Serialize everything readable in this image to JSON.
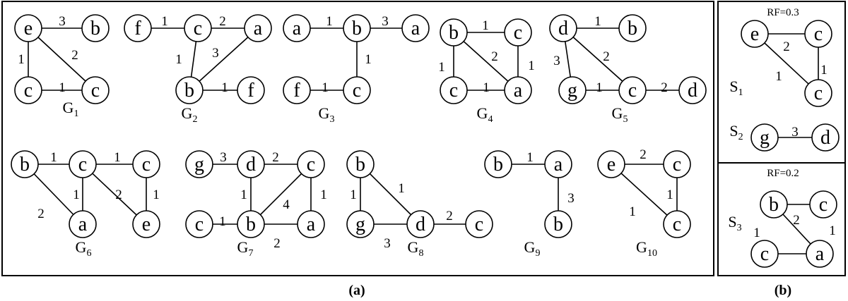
{
  "panel_a": {
    "caption": "(a)",
    "graphs": [
      {
        "name": "G",
        "sub": "1",
        "nodes": [
          "e",
          "b",
          "c",
          "c"
        ],
        "edges": [
          [
            0,
            1,
            "3"
          ],
          [
            0,
            2,
            "1"
          ],
          [
            0,
            3,
            "2"
          ],
          [
            2,
            3,
            "1"
          ]
        ]
      },
      {
        "name": "G",
        "sub": "2",
        "nodes": [
          "f",
          "c",
          "a",
          "b",
          "f"
        ],
        "edges": [
          [
            0,
            1,
            "1"
          ],
          [
            1,
            2,
            "2"
          ],
          [
            1,
            3,
            "1"
          ],
          [
            3,
            2,
            "3"
          ],
          [
            3,
            4,
            "1"
          ]
        ]
      },
      {
        "name": "G",
        "sub": "3",
        "nodes": [
          "a",
          "b",
          "a",
          "f",
          "c"
        ],
        "edges": [
          [
            0,
            1,
            "1"
          ],
          [
            1,
            2,
            "3"
          ],
          [
            1,
            4,
            "1"
          ],
          [
            3,
            4,
            "1"
          ]
        ]
      },
      {
        "name": "G",
        "sub": "4",
        "nodes": [
          "b",
          "c",
          "c",
          "a"
        ],
        "edges": [
          [
            0,
            1,
            "1"
          ],
          [
            0,
            2,
            "1"
          ],
          [
            0,
            3,
            "2"
          ],
          [
            1,
            3,
            "1"
          ],
          [
            2,
            3,
            "1"
          ]
        ]
      },
      {
        "name": "G",
        "sub": "5",
        "nodes": [
          "d",
          "b",
          "g",
          "c",
          "d"
        ],
        "edges": [
          [
            0,
            1,
            "1"
          ],
          [
            0,
            2,
            "3"
          ],
          [
            0,
            3,
            "2"
          ],
          [
            2,
            3,
            "1"
          ],
          [
            3,
            4,
            "2"
          ]
        ]
      },
      {
        "name": "G",
        "sub": "6",
        "nodes": [
          "b",
          "c",
          "c",
          "a",
          "e"
        ],
        "edges": [
          [
            0,
            1,
            "1"
          ],
          [
            1,
            2,
            "1"
          ],
          [
            0,
            3,
            "2"
          ],
          [
            1,
            3,
            "1"
          ],
          [
            1,
            4,
            "2"
          ],
          [
            2,
            4,
            "1"
          ]
        ]
      },
      {
        "name": "G",
        "sub": "7",
        "nodes": [
          "g",
          "d",
          "c",
          "c",
          "b",
          "a"
        ],
        "edges": [
          [
            0,
            1,
            "3"
          ],
          [
            1,
            2,
            "2"
          ],
          [
            1,
            4,
            "1"
          ],
          [
            4,
            2,
            "4"
          ],
          [
            2,
            5,
            "1"
          ],
          [
            3,
            4,
            "1"
          ],
          [
            4,
            5,
            "2"
          ]
        ]
      },
      {
        "name": "G",
        "sub": "8",
        "nodes": [
          "b",
          "g",
          "d",
          "c"
        ],
        "edges": [
          [
            0,
            1,
            "1"
          ],
          [
            0,
            2,
            "1"
          ],
          [
            1,
            2,
            "3"
          ],
          [
            2,
            3,
            "2"
          ]
        ]
      },
      {
        "name": "G",
        "sub": "9",
        "nodes": [
          "b",
          "a",
          "b"
        ],
        "edges": [
          [
            0,
            1,
            "1"
          ],
          [
            1,
            2,
            "3"
          ]
        ]
      },
      {
        "name": "G",
        "sub": "10",
        "nodes": [
          "e",
          "c",
          "c"
        ],
        "edges": [
          [
            0,
            1,
            "2"
          ],
          [
            0,
            2,
            "1"
          ],
          [
            1,
            2,
            "1"
          ]
        ]
      }
    ]
  },
  "panel_b": {
    "caption": "(b)",
    "rf_top": "RF=0.3",
    "rf_bottom": "RF=0.2",
    "graphs": [
      {
        "name": "S",
        "sub": "1",
        "nodes": [
          "e",
          "c",
          "c"
        ],
        "edges": [
          [
            0,
            1,
            "2"
          ],
          [
            0,
            2,
            "1"
          ],
          [
            1,
            2,
            "1"
          ]
        ]
      },
      {
        "name": "S",
        "sub": "2",
        "nodes": [
          "g",
          "d"
        ],
        "edges": [
          [
            0,
            1,
            "3"
          ]
        ]
      },
      {
        "name": "S",
        "sub": "3",
        "nodes": [
          "b",
          "c",
          "c",
          "a"
        ],
        "edges": [
          [
            0,
            1,
            "1"
          ],
          [
            0,
            3,
            "2"
          ],
          [
            2,
            3,
            "1"
          ]
        ]
      }
    ]
  }
}
